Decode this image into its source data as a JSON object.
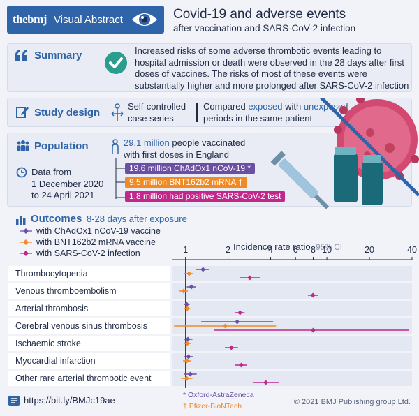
{
  "header": {
    "logo": "thebmj",
    "visual_abstract": "Visual Abstract",
    "title": "Covid-19 and adverse events",
    "subtitle": "after vaccination and SARS-CoV-2 infection"
  },
  "summary": {
    "heading": "Summary",
    "lines": [
      "Increased risks of some adverse thrombotic events leading to",
      "hospital admission or death were observed in the 28 days after first",
      "doses of vaccines. The risks of most of these events were",
      "substantially higher and more prolonged after SARS-CoV-2 infection"
    ]
  },
  "design": {
    "heading": "Study design",
    "left_lines": [
      "Self-controlled",
      "case series"
    ],
    "right_prefix": "Compared ",
    "right_exposed": "exposed",
    "right_with": " with ",
    "right_unexposed": "unexposed",
    "right_line2": "periods in the same patient"
  },
  "population": {
    "heading": "Population",
    "total_highlight": "29.1 million",
    "total_rest": " people vaccinated",
    "total_line2": "with first doses in England",
    "data_lines": [
      "Data from",
      "1 December 2020",
      "to 24 April 2021"
    ],
    "tags": [
      {
        "text": "19.6 million ChAdOx1 nCoV-19 *",
        "color": "#6a4fa3"
      },
      {
        "text": "9.5 million BNT162b2 mRNA †",
        "color": "#f08a24"
      },
      {
        "text": "1.8 million had positive SARS-CoV-2 test",
        "color": "#c2278c"
      }
    ]
  },
  "outcomes": {
    "heading": "Outcomes",
    "heading_note": "8-28 days after exposure",
    "legend": [
      {
        "text": "with ChAdOx1 nCoV-19 vaccine",
        "color": "#6a4fa3"
      },
      {
        "text": "with BNT162b2 mRNA vaccine",
        "color": "#f08a24"
      },
      {
        "text": "with SARS-CoV-2 infection",
        "color": "#c2278c"
      }
    ],
    "axis_title": "Incidence rate ratio",
    "axis_ci": "95% CI",
    "manufacturers": [
      "* Oxford-AstraZeneca",
      "† Pfizer-BioNTech"
    ]
  },
  "chart_data": {
    "type": "forest",
    "xscale": "log",
    "xlim": [
      0.8,
      40
    ],
    "ticks": [
      1,
      2,
      4,
      6,
      8,
      10,
      20,
      40
    ],
    "ticklabels": [
      "1",
      "2",
      "4",
      "6",
      "8",
      "10",
      "20",
      "40"
    ],
    "reference_line": 1,
    "categories": [
      "Thrombocytopenia",
      "Venous thromboembolism",
      "Arterial thrombosis",
      "Cerebral venous sinus thrombosis",
      "Ischaemic stroke",
      "Myocardial infarction",
      "Other rare arterial thrombotic event"
    ],
    "series": [
      {
        "color": "#6a4fa3",
        "points": [
          {
            "est": 1.33,
            "lo": 1.19,
            "hi": 1.47
          },
          {
            "est": 1.1,
            "lo": 1.02,
            "hi": 1.18
          },
          {
            "est": 1.02,
            "lo": 0.97,
            "hi": 1.07
          },
          {
            "est": 2.32,
            "lo": 1.29,
            "hi": 4.17
          },
          {
            "est": 1.04,
            "lo": 0.97,
            "hi": 1.12
          },
          {
            "est": 1.05,
            "lo": 0.98,
            "hi": 1.13
          },
          {
            "est": 1.08,
            "lo": 0.98,
            "hi": 1.2
          }
        ]
      },
      {
        "color": "#f08a24",
        "points": [
          {
            "est": 1.06,
            "lo": 0.98,
            "hi": 1.14
          },
          {
            "est": 0.97,
            "lo": 0.9,
            "hi": 1.04
          },
          {
            "est": 1.03,
            "lo": 0.98,
            "hi": 1.08
          },
          {
            "est": 1.91,
            "lo": 0.83,
            "hi": 4.37
          },
          {
            "est": 1.03,
            "lo": 0.98,
            "hi": 1.09
          },
          {
            "est": 1.02,
            "lo": 0.96,
            "hi": 1.09
          },
          {
            "est": 1.02,
            "lo": 0.93,
            "hi": 1.12
          }
        ]
      },
      {
        "color": "#c2278c",
        "points": [
          {
            "est": 2.85,
            "lo": 2.41,
            "hi": 3.37
          },
          {
            "est": 7.97,
            "lo": 7.36,
            "hi": 8.62
          },
          {
            "est": 2.43,
            "lo": 2.25,
            "hi": 2.62
          },
          {
            "est": 8.0,
            "lo": 1.6,
            "hi": 38.0
          },
          {
            "est": 2.11,
            "lo": 1.9,
            "hi": 2.35
          },
          {
            "est": 2.48,
            "lo": 2.25,
            "hi": 2.73
          },
          {
            "est": 3.7,
            "lo": 3.0,
            "hi": 4.6
          }
        ]
      }
    ]
  },
  "footer": {
    "link": "https://bit.ly/BMJc19ae",
    "copyright": "© 2021 BMJ Publishing group Ltd."
  }
}
